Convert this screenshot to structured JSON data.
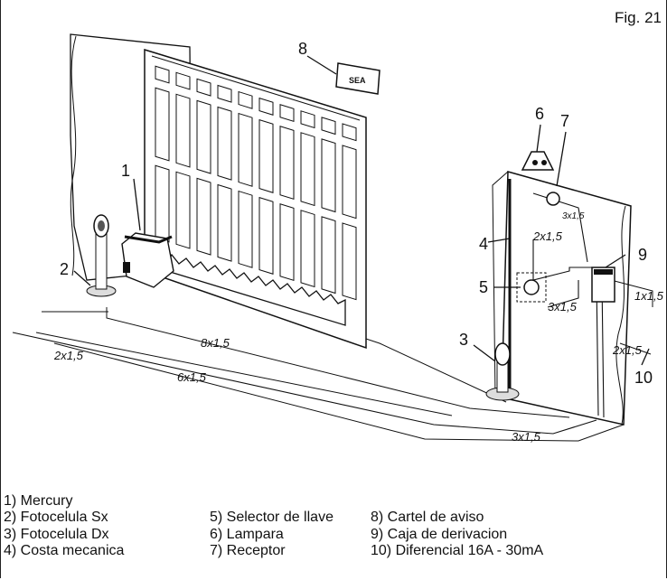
{
  "figure_label": "Fig. 21",
  "callouts": [
    "1",
    "2",
    "3",
    "4",
    "5",
    "6",
    "7",
    "8",
    "9",
    "10"
  ],
  "sign_text": "SEA",
  "cables": {
    "c2x15_left": "2x1,5",
    "c6x15": "6x1,5",
    "c8x15": "8x1,5",
    "c3x15_ground": "3x1,5",
    "c3x15_lamp": "3x1,5",
    "c2x15_post": "2x1,5",
    "c3x15_box": "3x1,5",
    "c1x15": "1x1,5",
    "c2x15_right": "2x1,5"
  },
  "legend": [
    "1) Mercury",
    "2) Fotocelula Sx",
    "3) Fotocelula Dx",
    "4) Costa mecanica",
    "5) Selector de llave",
    "6) Lampara",
    "7) Receptor",
    "8) Cartel  de aviso",
    "9) Caja de derivacion",
    "10) Diferencial  16A - 30mA"
  ]
}
